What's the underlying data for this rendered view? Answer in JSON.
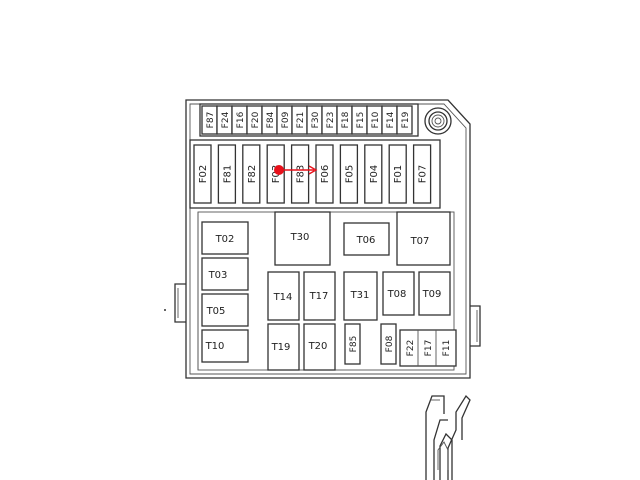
{
  "top_fuses": [
    "F87",
    "F24",
    "F16",
    "F20",
    "F84",
    "F09",
    "F21",
    "F30",
    "F23",
    "F18",
    "F15",
    "F10",
    "F14",
    "F19"
  ],
  "mid_fuses": [
    "F02",
    "F81",
    "F82",
    "F03",
    "F83",
    "F06",
    "F05",
    "F04",
    "F01",
    "F07"
  ],
  "relays": {
    "t02": "T02",
    "t03": "T03",
    "t05": "T05",
    "t10": "T10",
    "t30": "T30",
    "t06": "T06",
    "t07": "T07",
    "t14": "T14",
    "t17": "T17",
    "t31": "T31",
    "t08": "T08",
    "t09": "T09",
    "t19": "T19",
    "t20": "T20"
  },
  "small_fuses": {
    "f85": "F85",
    "f08": "F08",
    "f22": "F22",
    "f17": "F17",
    "f11": "F11"
  },
  "marker_color": "#e8101a"
}
